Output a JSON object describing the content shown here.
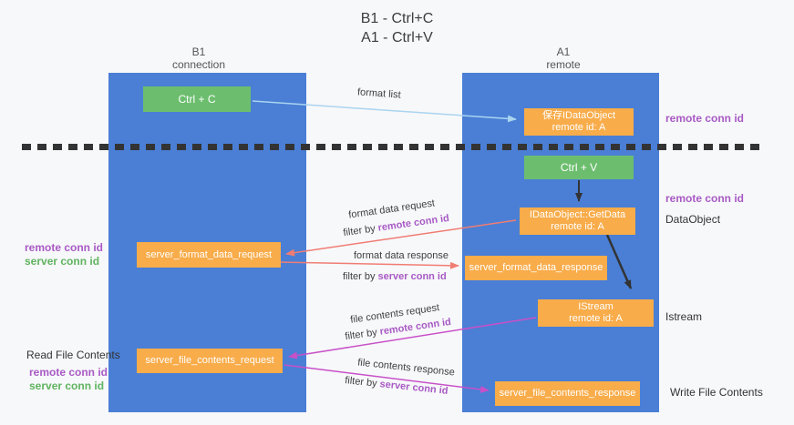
{
  "title": {
    "line1": "B1 - Ctrl+C",
    "line2": "A1 - Ctrl+V"
  },
  "lifelines": {
    "left": {
      "name": "B1",
      "role": "connection"
    },
    "right": {
      "name": "A1",
      "role": "remote"
    }
  },
  "boxes": {
    "ctrl_c": {
      "label": "Ctrl + C"
    },
    "save_dataobject": {
      "line1": "保存IDataObject",
      "line2": "remote id: A"
    },
    "ctrl_v": {
      "label": "Ctrl + V"
    },
    "getdata": {
      "line1": "IDataObject::GetData",
      "line2": "remote id: A"
    },
    "format_request": {
      "label": "server_format_data_request"
    },
    "format_response": {
      "label": "server_format_data_response"
    },
    "istream": {
      "line1": "IStream",
      "line2": "remote id: A"
    },
    "file_request": {
      "label": "server_file_contents_request"
    },
    "file_response": {
      "label": "server_file_contents_response"
    }
  },
  "edge_labels": {
    "format_list": "format list",
    "format_data_request": "format data request",
    "format_data_request_filter": "filter by ",
    "format_data_request_key": "remote conn id",
    "format_data_response": "format data response",
    "format_data_response_filter": "filter by ",
    "format_data_response_key": "server conn id",
    "file_contents_request": "file contents request",
    "file_contents_request_filter": "filter by ",
    "file_contents_request_key": "remote conn id",
    "file_contents_response": "file contents response",
    "file_contents_response_filter": "filter by ",
    "file_contents_response_key": "server conn id"
  },
  "annotations": {
    "right_top_conn": "remote conn id",
    "right_mid_conn": "remote conn id",
    "right_dataobject": "DataObject",
    "right_istream": "Istream",
    "right_write": "Write File Contents",
    "left_mid_remote": "remote conn id",
    "left_mid_server": "server conn id",
    "left_read": "Read File Contents",
    "left_bottom_remote": "remote conn id",
    "left_bottom_server": "server conn id"
  },
  "colors": {
    "lane_blue": "#4a7fd5",
    "box_orange": "#f8ac4a",
    "box_green": "#6cbe6e",
    "remote_conn_purple": "#a85ac4",
    "server_conn_green": "#60b460",
    "arrow_red": "#f07d73",
    "arrow_magenta": "#c850c8",
    "arrow_lightblue": "#aad4f0",
    "arrow_black": "#333333",
    "background": "#f7f8fa"
  }
}
